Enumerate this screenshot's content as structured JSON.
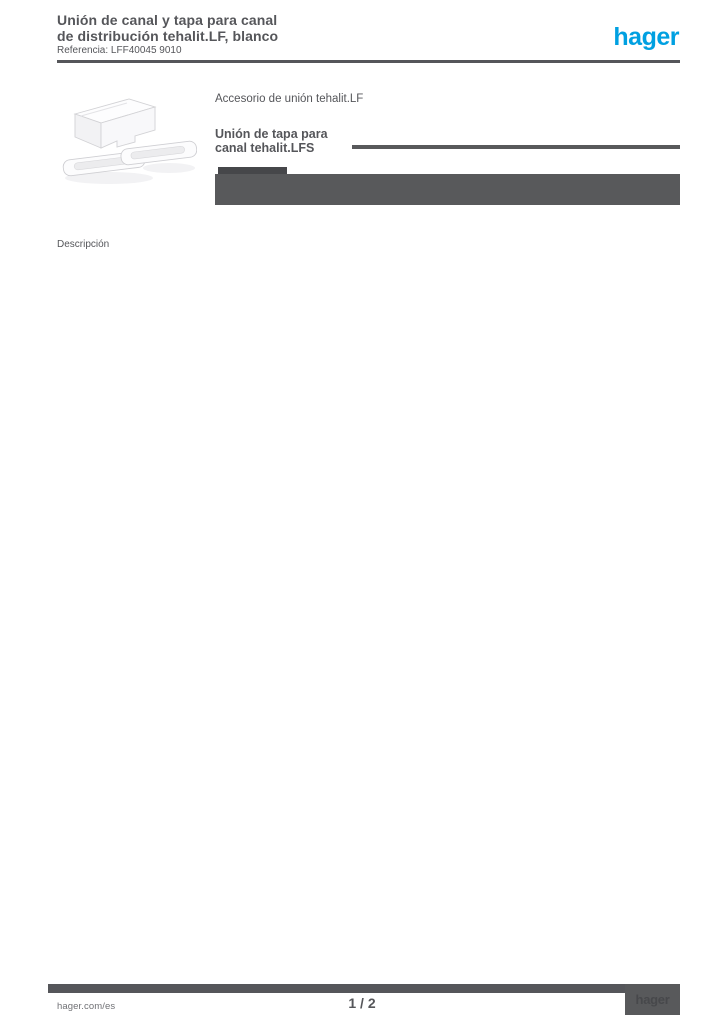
{
  "colors": {
    "text_gray": "#55565A",
    "banner_gray": "#58595B",
    "banner_tab_gray": "#46474A",
    "logo_blue": "#00A0E1",
    "footer_gray": "#55565A",
    "url_text_gray": "#707175",
    "page_bg": "#ffffff"
  },
  "header": {
    "title_line1": "Unión de canal y tapa para canal",
    "title_line2": "de distribución tehalit.LF, blanco",
    "meta_line": "Referencia: LFF40045 9010",
    "logo_text": "hager"
  },
  "product": {
    "image_alt": "white-plastic-trunking-coupler-pieces",
    "family_line": "Accesorio de unión tehalit.LF",
    "ref_line1": "Unión de tapa para",
    "ref_line2": "canal tehalit.LFS"
  },
  "sections": {
    "description_label": "Descripción"
  },
  "footer": {
    "site_url": "hager.com/es",
    "page_indicator": "1 / 2",
    "brand_box_text": "hager"
  }
}
